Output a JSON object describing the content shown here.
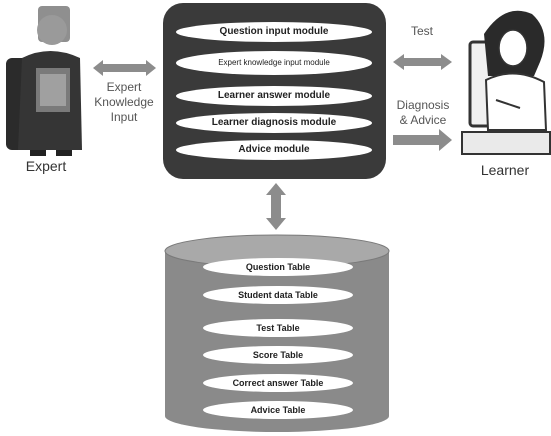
{
  "actors": {
    "expert": "Expert",
    "learner": "Learner"
  },
  "flows": {
    "expert_line1": "Expert",
    "expert_line2": "Knowledge",
    "expert_line3": "Input",
    "test": "Test",
    "diagnosis_line1": "Diagnosis",
    "diagnosis_line2": "& Advice"
  },
  "system": {
    "modules": [
      "Question input module",
      "Expert knowledge input module",
      "Learner answer module",
      "Learner diagnosis module",
      "Advice module"
    ]
  },
  "database": {
    "tables": [
      "Question Table",
      "Student data Table",
      "Test Table",
      "Score Table",
      "Correct answer Table",
      "Advice Table"
    ]
  },
  "colors": {
    "system_box": "#3a3a3a",
    "cylinder": "#8a8a8a",
    "arrow": "#8c8c8c"
  }
}
